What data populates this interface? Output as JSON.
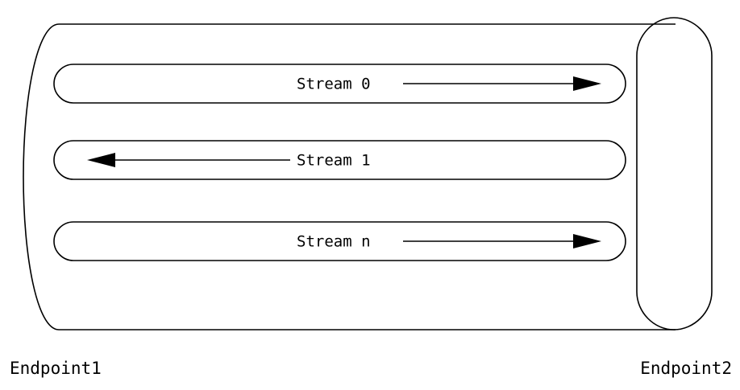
{
  "diagram": {
    "title": "Endpoint stream multiplexing diagram",
    "background_color": "#ffffff",
    "line_color": "#000000",
    "endpoints": {
      "left": {
        "label": "Endpoint1",
        "shape": "cylinder-body"
      },
      "right": {
        "label": "Endpoint2",
        "shape": "rounded-pill"
      }
    },
    "streams": [
      {
        "label": "Stream 0",
        "direction": "right",
        "arrow_icon": "arrow-right-icon"
      },
      {
        "label": "Stream 1",
        "direction": "left",
        "arrow_icon": "arrow-left-icon"
      },
      {
        "label": "Stream n",
        "direction": "right",
        "arrow_icon": "arrow-right-icon"
      }
    ]
  }
}
